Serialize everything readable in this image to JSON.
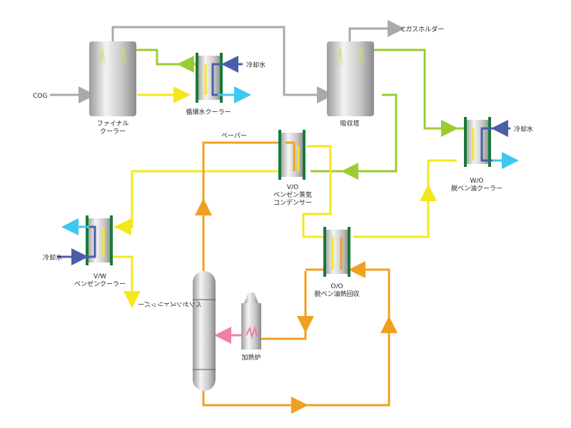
{
  "labels": {
    "cog": "COG",
    "final_cooler_1": "ファイナル",
    "final_cooler_2": "クーラー",
    "circ_water_cooler": "循環水クーラー",
    "cooling_water_1": "冷却水",
    "absorber": "吸収塔",
    "c_gas_holder": "Cガスホルダー",
    "cooling_water_2": "冷却水",
    "wo_cooler_1": "W/O",
    "wo_cooler_2": "脱ベン油クーラー",
    "vapor": "ベーパー",
    "vo_cond_1": "V/O",
    "vo_cond_2": "ベンゼン蒸気",
    "vo_cond_3": "コンデンサー",
    "vw_cooler_1": "V/W",
    "vw_cooler_2": "ベンゼンクーラー",
    "cooling_water_3": "冷却水",
    "oo_exch_1": "O/O",
    "oo_exch_2": "脱ベン油熱回収",
    "stripper": "ベンゼンストリッパー",
    "furnace": "加熱炉"
  },
  "colors": {
    "gas": "#a9a9a9",
    "benzol_oil": "#f4e81c",
    "wash_oil": "#9acd32",
    "hot_oil": "#f0a020",
    "vapor_line": "#f5b020",
    "cooling_in": "#4b5fa8",
    "cooling_out": "#3cc8f0",
    "exchanger_frame": "#1a7a3a"
  }
}
